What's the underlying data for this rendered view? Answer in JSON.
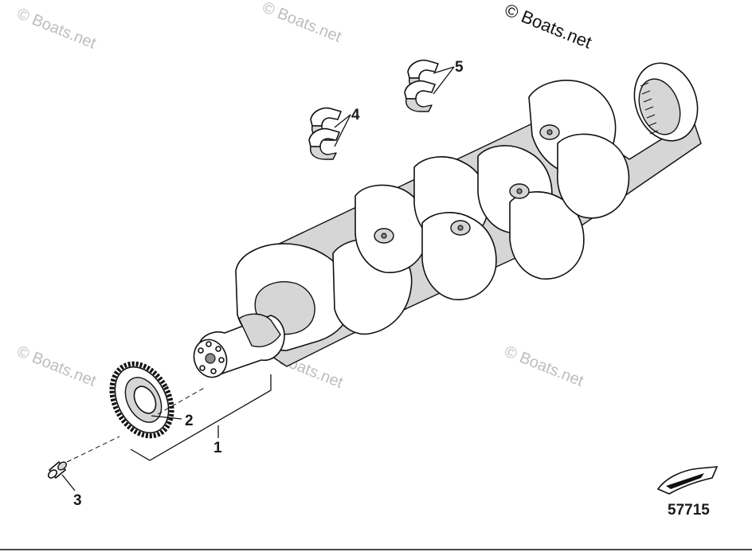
{
  "watermark": {
    "repeat_text": "© Boats.net",
    "corner_text": "© Boats.net",
    "color": "#bdbdbd"
  },
  "callouts": {
    "c1": "1",
    "c2": "2",
    "c3": "3",
    "c4": "4",
    "c5": "5"
  },
  "reference_number": "57715",
  "icons": {
    "crankshaft": "crankshaft-illustration",
    "gear": "timing-gear-illustration",
    "dowel": "dowel-pin-illustration",
    "bearing_4": "main-bearing-shell-illustration",
    "bearing_5": "thrust-bearing-shell-illustration",
    "arrow": "engine-direction-icon"
  }
}
